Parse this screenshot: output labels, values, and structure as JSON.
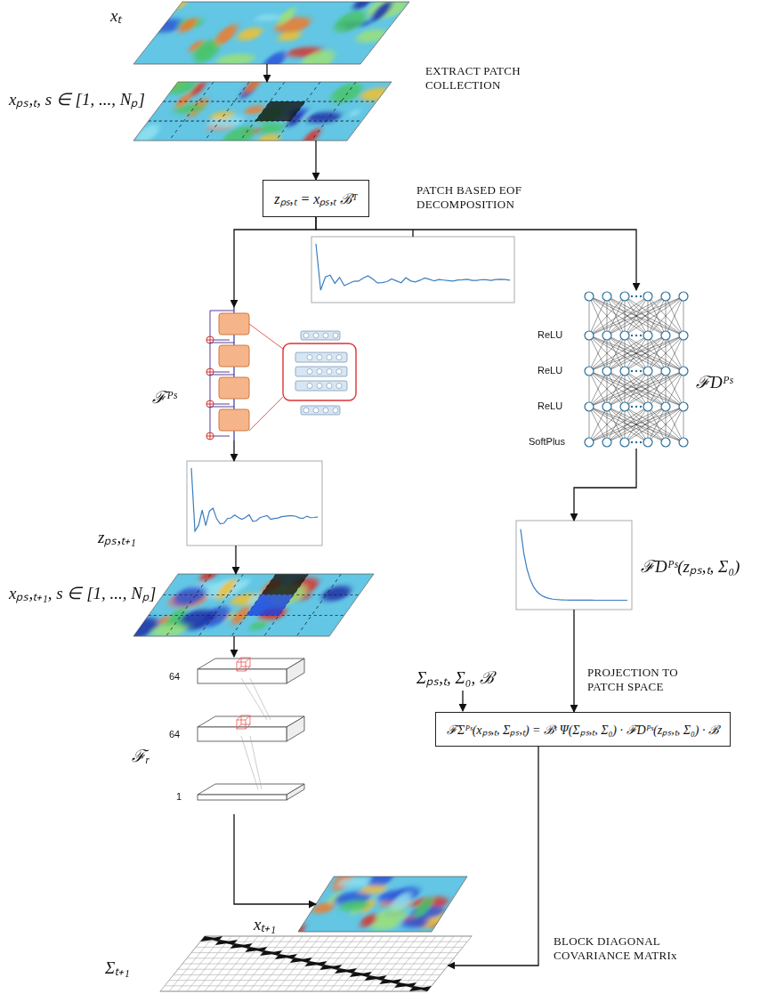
{
  "diagram": {
    "nodes": [
      {
        "text": [
          "xₜ"
        ]
      },
      {
        "text": [
          "xₚₛ,ₜ, s ∈ [1, ..., Nₚ]"
        ]
      },
      {
        "text": [
          "zₚₛ,ₜ = xₚₛ,ₜ ℬᵀ"
        ]
      },
      {
        "text": [
          "ℱᴾˢ"
        ]
      },
      {
        "text": [
          "ReLU",
          "ReLU",
          "ReLU",
          "SoftPlus",
          "ℱDᴾˢ"
        ]
      },
      {
        "text": [
          "zₚₛ,ₜ₊₁"
        ]
      },
      {
        "text": [
          "xₚₛ,ₜ₊₁, s ∈ [1, ..., Nₚ]"
        ]
      },
      {
        "text": [
          "64",
          "64",
          "1",
          "ℱᵣ"
        ]
      },
      {
        "text": [
          "xₜ₊₁"
        ]
      },
      {
        "text": [
          "ℱDᴾˢ(zₚₛ,ₜ, Σ₀)"
        ]
      },
      {
        "text": [
          "ℱΣᴾˢ(xₚₛ,ₜ, Σₚₛ,ₜ) = ℬᵗ Ψ(Σₚₛ,ₜ, Σ₀) · ℱDᴾˢ(zₚₛ,ₜ, Σ₀) · ℬ"
        ]
      },
      {
        "text": [
          "Σₜ₊₁"
        ]
      }
    ],
    "edges": [
      {
        "from": 0,
        "to": 1,
        "arrow": "to"
      },
      {
        "from": 1,
        "to": 2,
        "arrow": "to"
      },
      {
        "from": 2,
        "to": 3,
        "arrow": "to"
      },
      {
        "from": 2,
        "to": 4,
        "arrow": "to"
      },
      {
        "from": 3,
        "to": 5,
        "arrow": "to"
      },
      {
        "from": 5,
        "to": 6,
        "arrow": "to"
      },
      {
        "from": 6,
        "to": 7,
        "arrow": "to"
      },
      {
        "from": 7,
        "to": 8,
        "arrow": "to"
      },
      {
        "from": 4,
        "to": 9,
        "arrow": "to"
      },
      {
        "from": 9,
        "to": 10,
        "arrow": "to"
      },
      {
        "from": 10,
        "to": 11,
        "arrow": "to"
      }
    ],
    "labels": [
      "EXTRACT PATCH COLLECTION",
      "PATCH BASED EOF DECOMPOSITION",
      "Σₚₛ,ₜ, Σ₀, ℬ",
      "PROJECTION TO PATCH SPACE",
      "BLOCK DIAGONAL COVARIANCE MATRIx"
    ]
  }
}
